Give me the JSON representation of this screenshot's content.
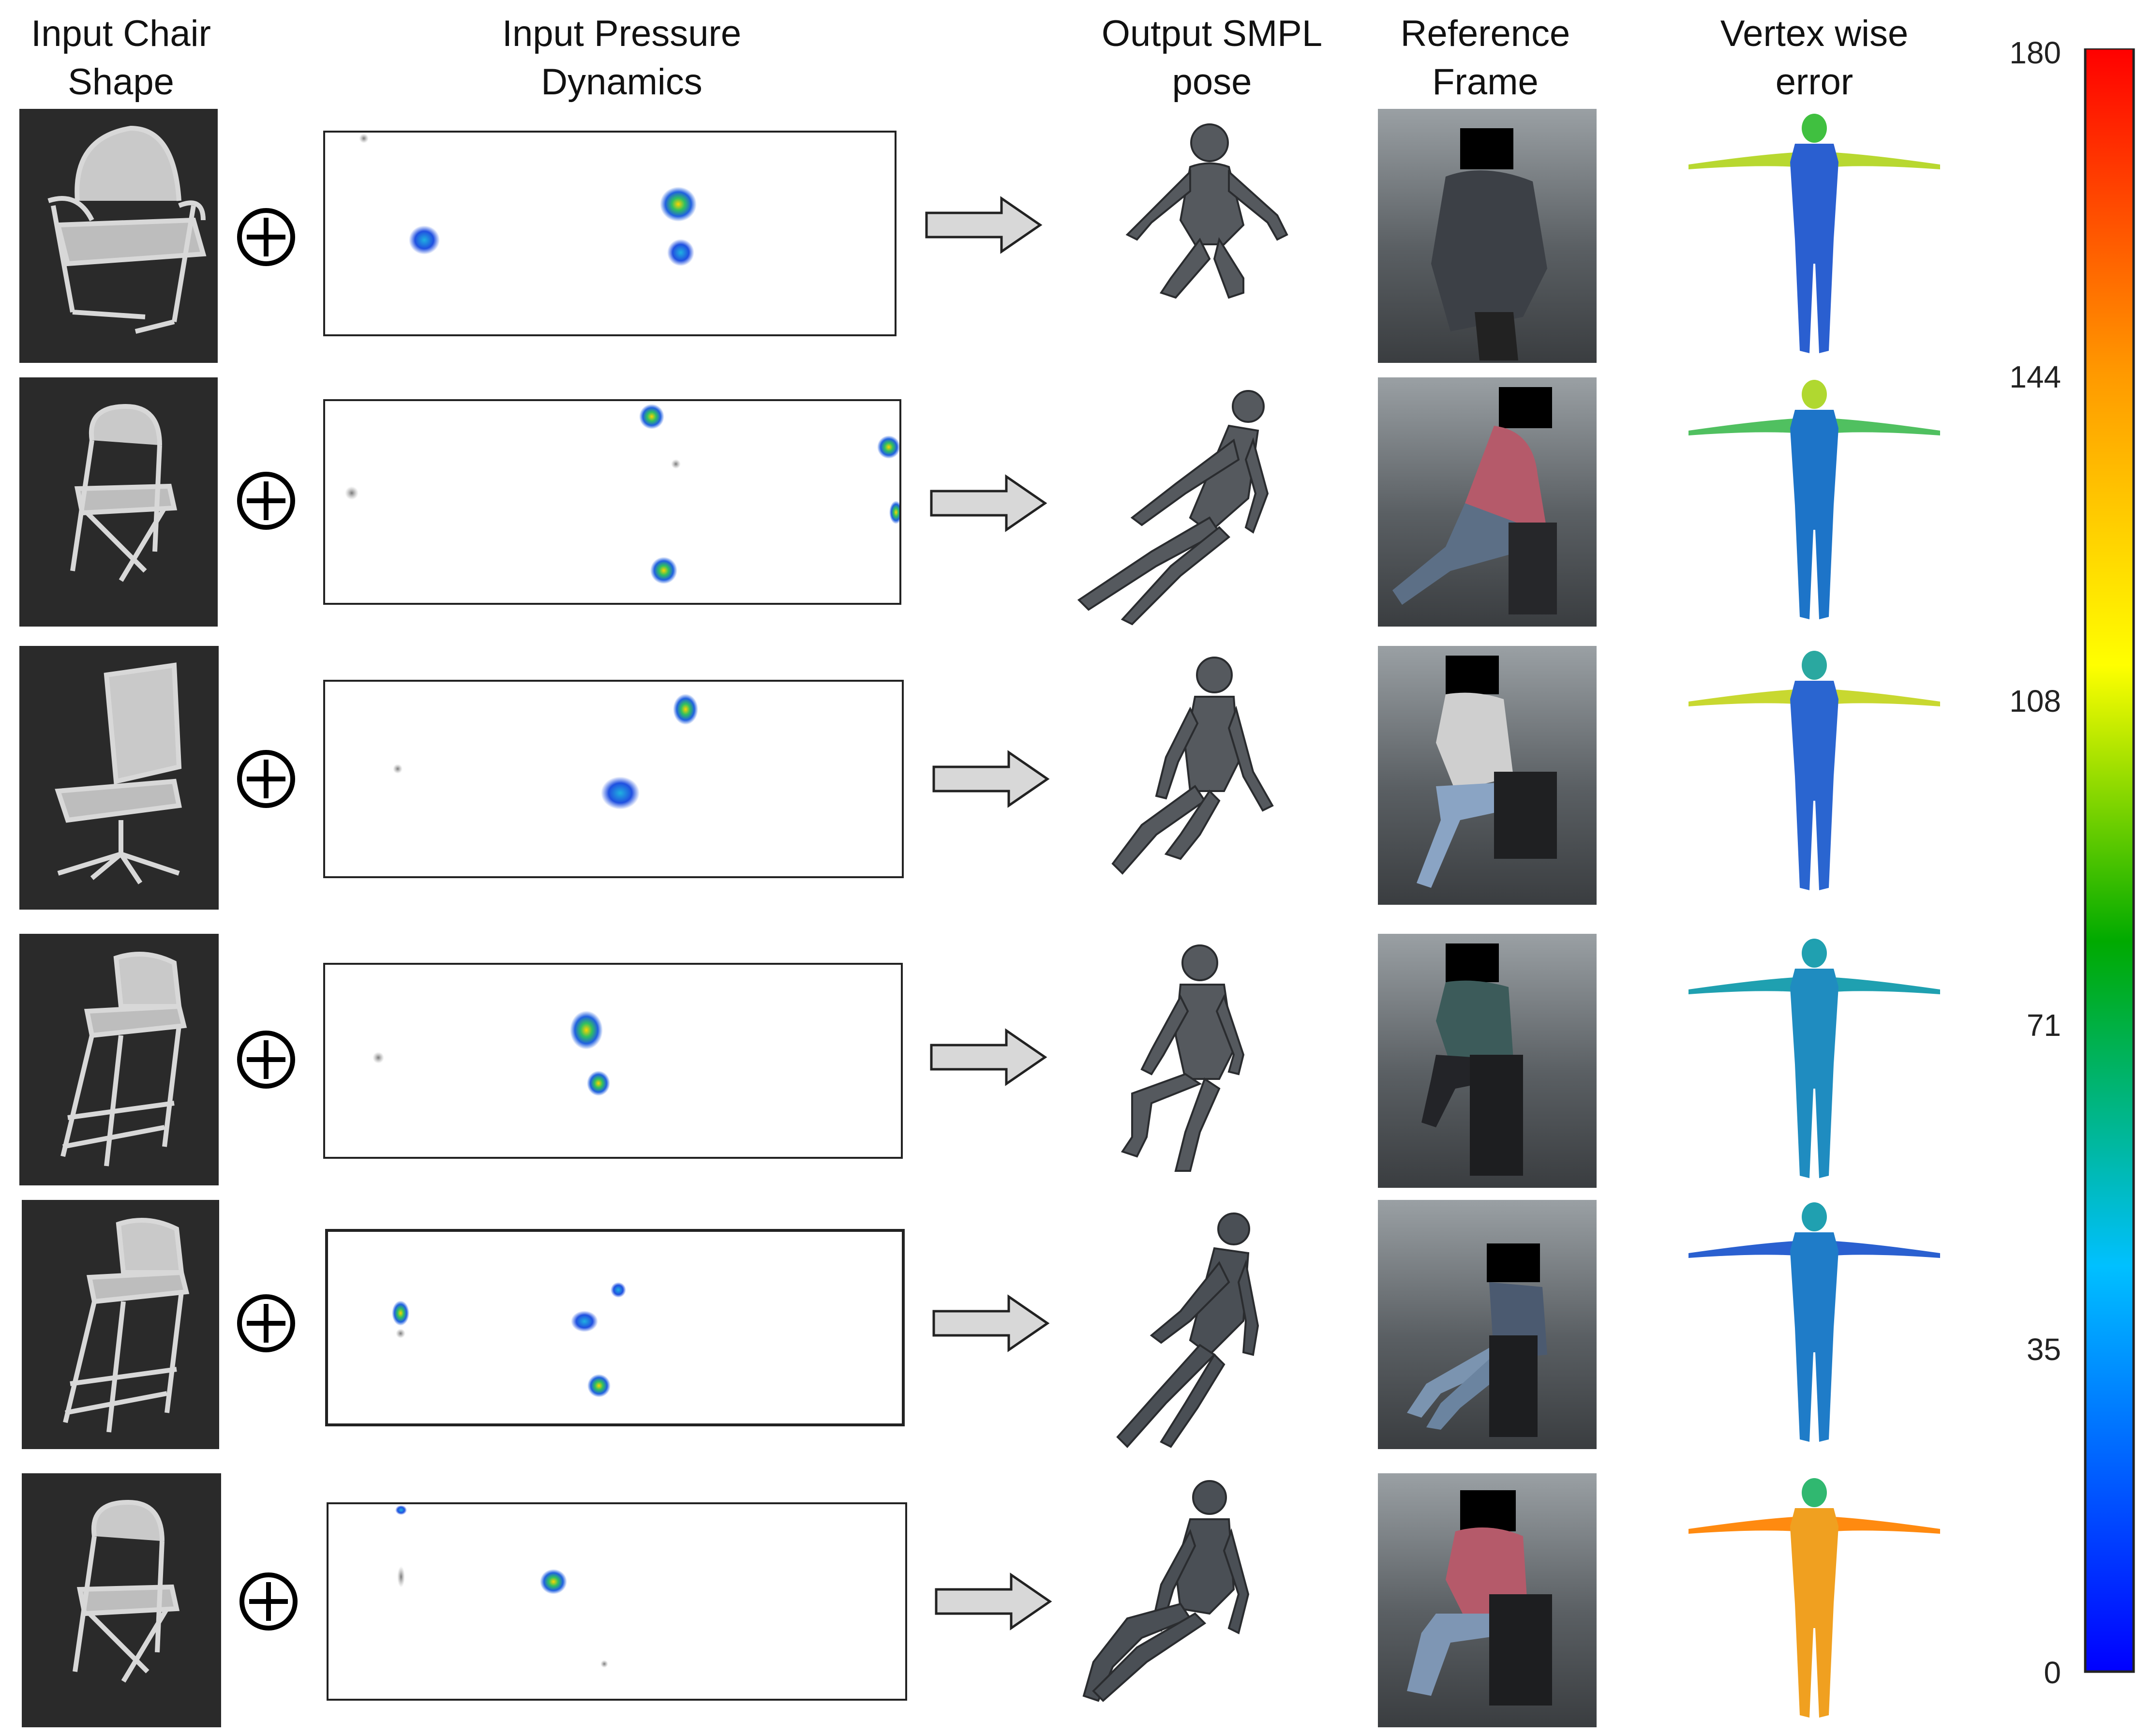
{
  "headers": {
    "chair_shape": [
      "Input Chair",
      "Shape"
    ],
    "pressure": [
      "Input Pressure",
      "Dynamics"
    ],
    "smpl": [
      "Output SMPL",
      "pose"
    ],
    "reference": [
      "Reference",
      "Frame"
    ],
    "error": [
      "Vertex wise",
      "error"
    ]
  },
  "colorbar": {
    "ticks": [
      "180",
      "144",
      "108",
      "71",
      "35",
      "0"
    ],
    "colors": [
      "#ff0000",
      "#ff9900",
      "#ffff00",
      "#00aa00",
      "#00bbff",
      "#0000ff"
    ]
  },
  "rows": [
    {
      "chair": "armchair-cantilever",
      "error_color": "#2a5fd0",
      "arm_color": "#b8d830",
      "head_color": "#40c040"
    },
    {
      "chair": "folding-chair",
      "error_color": "#1d74c8",
      "arm_color": "#50c060",
      "head_color": "#b0d830"
    },
    {
      "chair": "office-chair",
      "error_color": "#2a65d0",
      "arm_color": "#c8d830",
      "head_color": "#2aa8a0"
    },
    {
      "chair": "bar-stool",
      "error_color": "#1f8cc0",
      "arm_color": "#1fa0b0",
      "head_color": "#20a0b0"
    },
    {
      "chair": "bar-stool",
      "error_color": "#1f7cc8",
      "arm_color": "#2a60d0",
      "head_color": "#20a0b0"
    },
    {
      "chair": "folding-chair",
      "error_color": "#f0a020",
      "arm_color": "#ff8a10",
      "head_color": "#30b870"
    }
  ]
}
